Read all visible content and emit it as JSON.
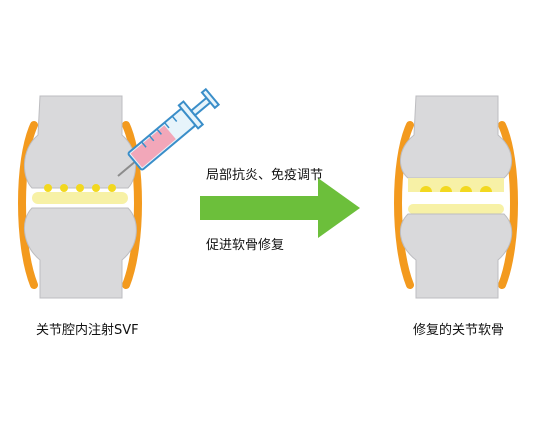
{
  "diagram": {
    "labels": {
      "left_caption": "关节腔内注射SVF",
      "right_caption": "修复的关节软骨",
      "effect_top": "局部抗炎、免疫调节",
      "effect_bottom": "促进软骨修复"
    },
    "colors": {
      "bone": "#d9d9db",
      "bone_edge": "#bdbdc0",
      "capsule": "#f39a1e",
      "cartilage_band": "#f7f1a6",
      "cartilage_spot": "#f2d81f",
      "arrow": "#6cbf3b",
      "syringe_barrel": "#e7f4fb",
      "syringe_outline": "#3a8ec9",
      "syringe_fluid": "#f2a7b9"
    },
    "icons": {
      "syringe": "syringe-icon",
      "arrow": "right-arrow-icon"
    }
  }
}
